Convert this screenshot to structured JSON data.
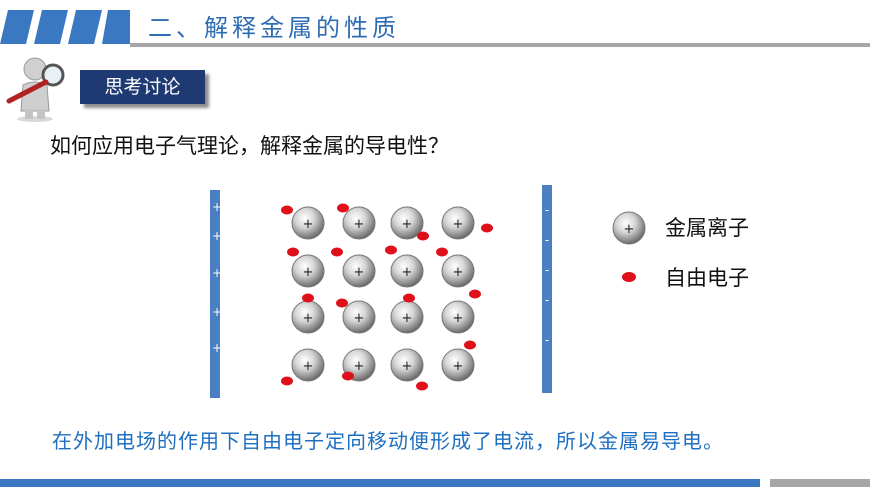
{
  "header": {
    "title": "二、解释金属的性质"
  },
  "discussion_label": "思考讨论",
  "question": "如何应用电子气理论，解释金属的导电性？",
  "diagram": {
    "ion_symbol": "+",
    "electron_color": "#e0101a",
    "left_plate_symbol": "+",
    "right_plate_symbol": "-",
    "plate_color": "#4a7fc1",
    "legend": {
      "ion_label": "金属离子",
      "electron_label": "自由电子"
    }
  },
  "conclusion": "在外加电场的作用下自由电子定向移动便形成了电流，所以金属易导电。",
  "colors": {
    "title_blue": "#2f6db3",
    "label_bg": "#1f3a73",
    "conclusion_blue": "#1f6fc0"
  }
}
